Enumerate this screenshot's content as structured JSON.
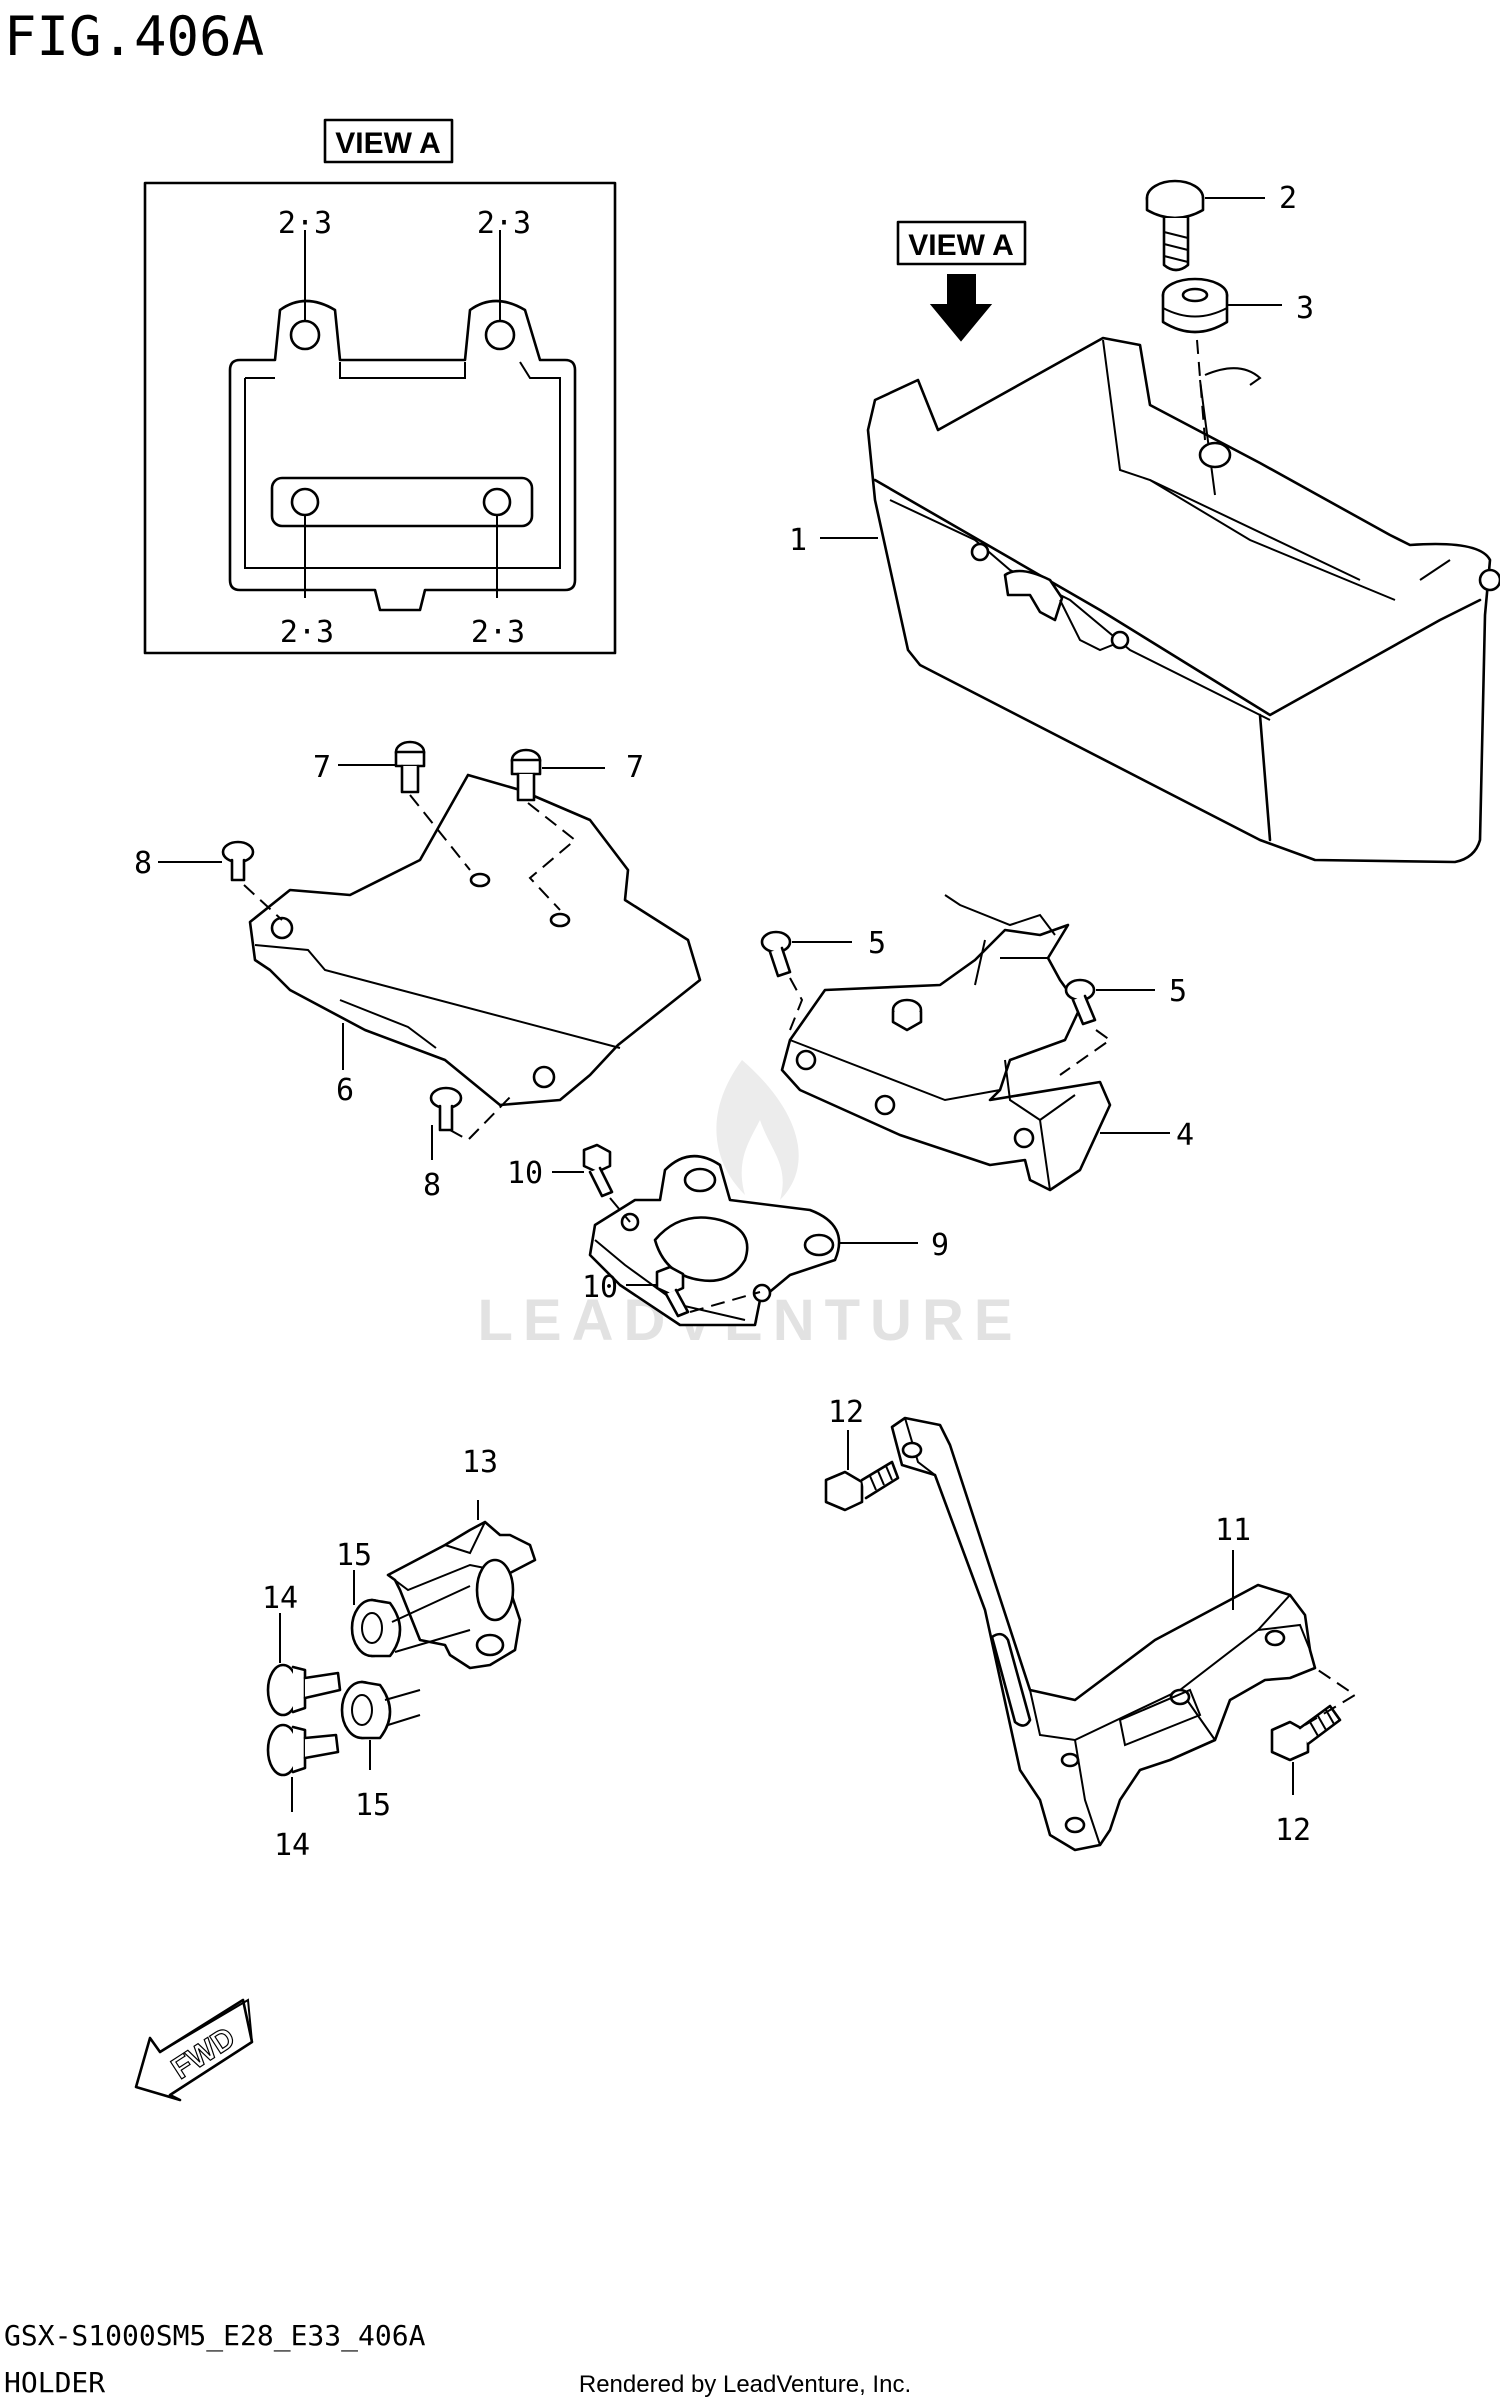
{
  "figure": {
    "title": "FIG.406A",
    "model_code": "GSX-S1000SM5_E28_E33_406A",
    "group_name": "HOLDER",
    "credit": "Rendered by LeadVenture, Inc.",
    "watermark": "LEADVENTURE"
  },
  "view_labels": {
    "inset": "VIEW A",
    "arrow": "VIEW A"
  },
  "inset_callouts": [
    "2·3",
    "2·3",
    "2·3",
    "2·3"
  ],
  "fwd_label": "FWD",
  "callouts": {
    "c1": "1",
    "c2": "2",
    "c3": "3",
    "c4": "4",
    "c5a": "5",
    "c5b": "5",
    "c6": "6",
    "c7a": "7",
    "c7b": "7",
    "c8a": "8",
    "c8b": "8",
    "c9": "9",
    "c10a": "10",
    "c10b": "10",
    "c11": "11",
    "c12a": "12",
    "c12b": "12",
    "c13": "13",
    "c14a": "14",
    "c14b": "14",
    "c15a": "15",
    "c15b": "15"
  }
}
